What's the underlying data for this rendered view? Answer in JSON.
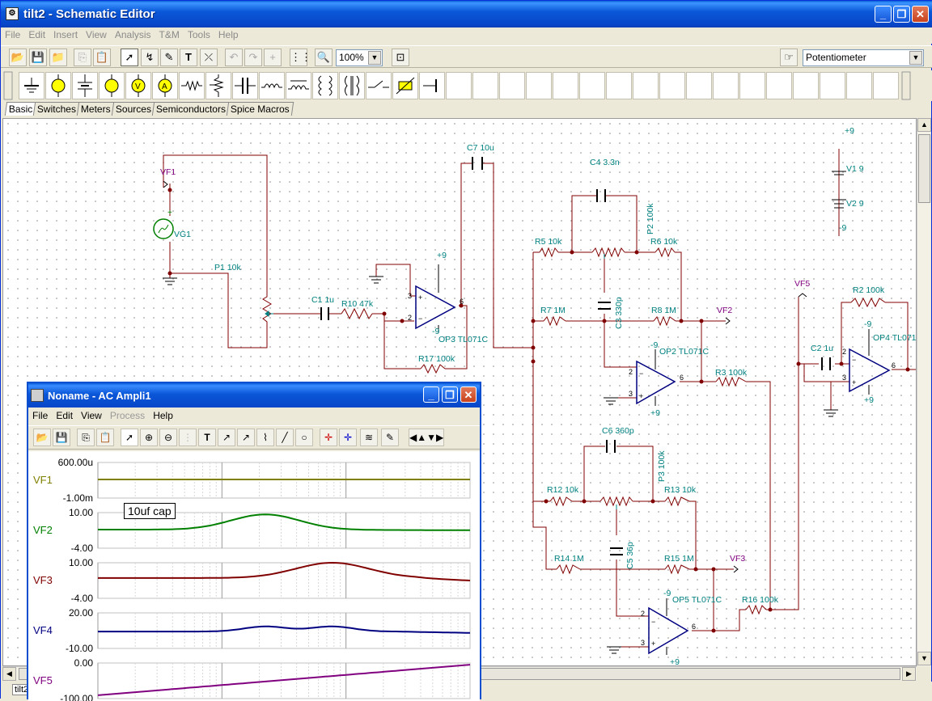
{
  "app": {
    "title": "tilt2 - Schematic Editor",
    "menu": [
      "File",
      "Edit",
      "Insert",
      "View",
      "Analysis",
      "T&M",
      "Tools",
      "Help"
    ],
    "zoom": "100%",
    "component_select": "Potentiometer",
    "tabs": [
      "Basic",
      "Switches",
      "Meters",
      "Sources",
      "Semiconductors",
      "Spice Macros"
    ],
    "taskbar_tab": "tilt2"
  },
  "schematic": {
    "labels": {
      "vf1": "VF1",
      "vg1": "VG1",
      "p1": "P1 10k",
      "c1": "C1 1u",
      "r10": "R10 47k",
      "c7": "C7 10u",
      "op3": "OP3 TL071C",
      "r17": "R17 100k",
      "c4": "C4 3.3n",
      "p2": "P2 100k",
      "r5": "R5 10k",
      "r6": "R6 10k",
      "c3": "C3 330p",
      "r7": "R7 1M",
      "r8": "R8 1M",
      "vf2": "VF2",
      "op2": "OP2 TL071C",
      "r3": "R3 100k",
      "c6": "C6 360p",
      "p3": "P3 100k",
      "r12": "R12 10k",
      "r13": "R13 10k",
      "c5": "C5 36p",
      "r14": "R14 1M",
      "r15": "R15 1M",
      "vf3": "VF3",
      "op5": "OP5 TL071C",
      "r16": "R16 100k",
      "vf5": "VF5",
      "r2": "R2 100k",
      "c2": "C2 1u",
      "op4": "OP4 TL071",
      "v1": "V1 9",
      "v2": "V2 9",
      "p9": "+9",
      "m9": "-9"
    }
  },
  "analysis_window": {
    "title": "Noname - AC Ampli1",
    "menu": [
      "File",
      "Edit",
      "View",
      "Process",
      "Help"
    ],
    "annotation": "10uf cap",
    "traces": [
      {
        "name": "VF1",
        "color": "#808000",
        "ymax": "600.00u",
        "ymin": "-1.00m"
      },
      {
        "name": "VF2",
        "color": "#008000",
        "ymax": "10.00",
        "ymin": "-4.00"
      },
      {
        "name": "VF3",
        "color": "#800000",
        "ymax": "10.00",
        "ymin": "-4.00"
      },
      {
        "name": "VF4",
        "color": "#000080",
        "ymax": "20.00",
        "ymin": "-10.00"
      },
      {
        "name": "VF5",
        "color": "#800080",
        "ymax": "0.00",
        "ymin": "-100.00"
      }
    ]
  }
}
